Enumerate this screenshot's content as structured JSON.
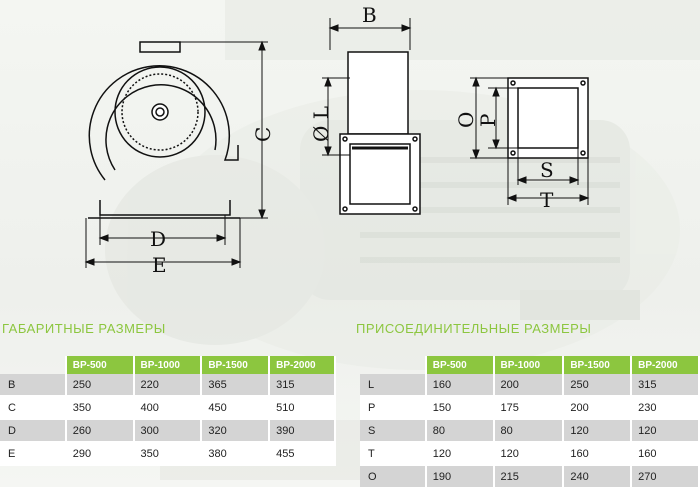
{
  "drawing": {
    "labels": {
      "B": "B",
      "L": "Ø L",
      "O": "O",
      "P": "P",
      "C": "C",
      "D": "D",
      "E": "E",
      "S": "S",
      "T": "T"
    }
  },
  "overall": {
    "title": "ГАБАРИТНЫЕ РАЗМЕРЫ",
    "columns": [
      "",
      "BP-500",
      "BP-1000",
      "BP-1500",
      "BP-2000"
    ],
    "rows": [
      {
        "name": "B",
        "values": [
          "250",
          "220",
          "365",
          "315"
        ]
      },
      {
        "name": "C",
        "values": [
          "350",
          "400",
          "450",
          "510"
        ]
      },
      {
        "name": "D",
        "values": [
          "260",
          "300",
          "320",
          "390"
        ]
      },
      {
        "name": "E",
        "values": [
          "290",
          "350",
          "380",
          "455"
        ]
      }
    ]
  },
  "connection": {
    "title": "ПРИСОЕДИНИТЕЛЬНЫЕ РАЗМЕРЫ",
    "columns": [
      "",
      "BP-500",
      "BP-1000",
      "BP-1500",
      "BP-2000"
    ],
    "rows": [
      {
        "name": "L",
        "values": [
          "160",
          "200",
          "250",
          "315"
        ]
      },
      {
        "name": "P",
        "values": [
          "150",
          "175",
          "200",
          "230"
        ]
      },
      {
        "name": "S",
        "values": [
          "80",
          "80",
          "120",
          "120"
        ]
      },
      {
        "name": "T",
        "values": [
          "120",
          "120",
          "160",
          "160"
        ]
      },
      {
        "name": "O",
        "values": [
          "190",
          "215",
          "240",
          "270"
        ]
      }
    ]
  },
  "colors": {
    "accent": "#8cc63f",
    "row_grey": "#d4d4d4"
  }
}
